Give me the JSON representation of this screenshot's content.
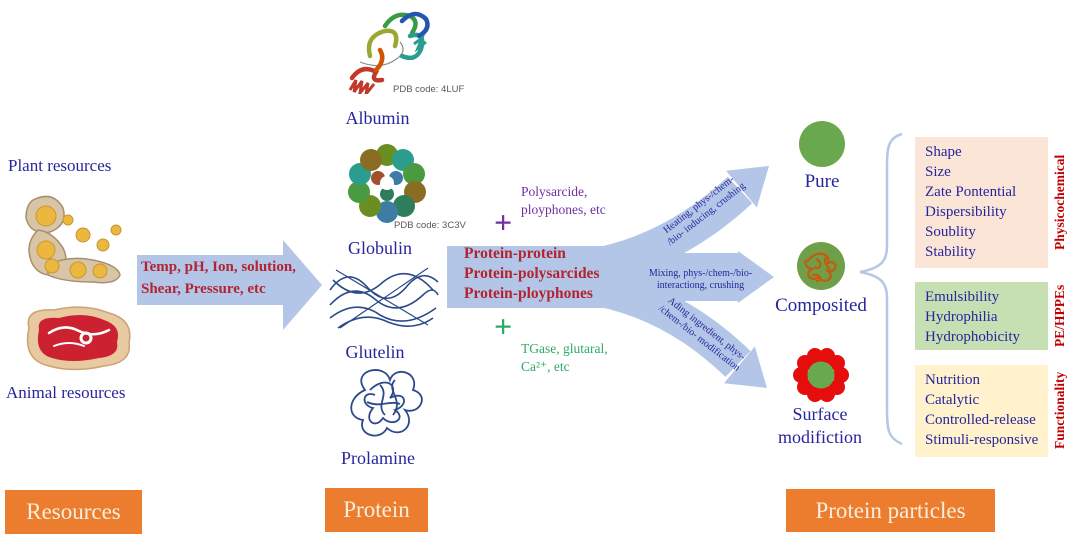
{
  "stages": {
    "resources_label": "Resources",
    "protein_label": "Protein",
    "particles_label": "Protein particles"
  },
  "resources": {
    "plant": "Plant resources",
    "animal": "Animal resources"
  },
  "conditions_arrow": {
    "line1": "Temp, pH, Ion, solution,",
    "line2": "Shear, Pressure, etc"
  },
  "proteins": {
    "albumin": {
      "name": "Albumin",
      "pdb": "PDB code: 4LUF"
    },
    "globulin": {
      "name": "Globulin",
      "pdb": "PDB code: 3C3V"
    },
    "glutelin": {
      "name": "Glutelin"
    },
    "prolamine": {
      "name": "Prolamine"
    }
  },
  "assembly": {
    "plus_sign": "+",
    "polymer_additives": {
      "line1": "Polysarcide,",
      "line2": "ployphones, etc"
    },
    "complexes": {
      "line1": "Protein-protein",
      "line2": "Protein-polysarcides",
      "line3": "Protein-ployphones"
    },
    "crosslinkers": {
      "line1": "TGase, glutaral,",
      "line2": "Ca²⁺, etc"
    }
  },
  "processes": {
    "pure_route": {
      "line1": "Heating, phys-/chem-",
      "line2": "/bio- inducing, crushing"
    },
    "composited_route": {
      "line1": "Mixing, phys-/chem-/bio-",
      "line2": "interactiong, crushing"
    },
    "surface_route": {
      "line1": "Ading ingredient, phys-",
      "line2": "/chem-/bio- modification"
    }
  },
  "particles": {
    "pure": "Pure",
    "composited": "Composited",
    "surface_line1": "Surface",
    "surface_line2": "modifiction"
  },
  "properties": [
    {
      "category": "Physicochemical",
      "bg": "#fbe5d6",
      "items": [
        "Shape",
        "Size",
        "Zate Pontential",
        "Dispersibility",
        "Soublity",
        "Stability"
      ]
    },
    {
      "category": "PE/HPPEs",
      "bg": "#c6e0b4",
      "items": [
        "Emulsibility",
        "Hydrophilia",
        "Hydrophobicity"
      ]
    },
    {
      "category": "Functionality",
      "bg": "#fff2cc",
      "items": [
        "Nutrition",
        "Catalytic",
        "Controlled-release",
        "Stimuli-responsive"
      ]
    }
  ],
  "colors": {
    "stage_orange": "#ec7d2f",
    "arrow_blue": "#b3c6e7",
    "headline_red": "#b22431",
    "label_blue": "#26269c",
    "additive_purple": "#7030a0",
    "crosslinker_green": "#2eab63",
    "category_red": "#c00000",
    "pure_green": "#6aa84f",
    "surface_red": "#e60d0d",
    "physicochemical_bg": "#fbe5d6",
    "pe_hppes_bg": "#c6e0b4",
    "functionality_bg": "#fff2cc"
  }
}
